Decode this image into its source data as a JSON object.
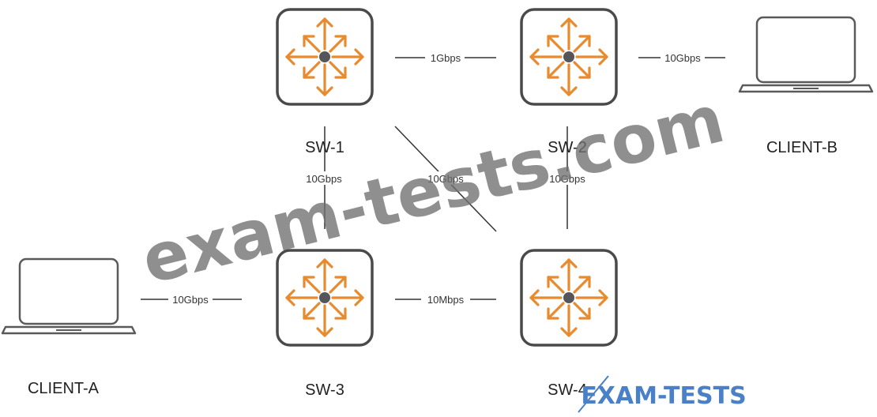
{
  "switch_icon": "router-arrows-icon",
  "client_icon": "laptop-icon",
  "colors": {
    "switch_border": "#4a4a4a",
    "switch_accent": "#e88a2e",
    "switch_center": "#55565a",
    "line": "#333333",
    "watermark": "#6f6f6f",
    "logo": "#4a80c8"
  },
  "nodes": {
    "sw1": {
      "label": "SW-1"
    },
    "sw2": {
      "label": "SW-2"
    },
    "sw3": {
      "label": "SW-3"
    },
    "sw4": {
      "label": "SW-4"
    },
    "client_a": {
      "label": "CLIENT-A"
    },
    "client_b": {
      "label": "CLIENT-B"
    }
  },
  "links": {
    "sw1_sw2": "1Gbps",
    "sw2_client_b": "10Gbps",
    "sw1_sw3": "10Gbps",
    "sw1_sw4": "10Gbps",
    "sw2_sw4": "10Gbps",
    "client_a_sw3": "10Gbps",
    "sw3_sw4": "10Mbps"
  },
  "watermark": {
    "text": "exam-tests.com",
    "logo_text": "EXAM-TESTS"
  }
}
